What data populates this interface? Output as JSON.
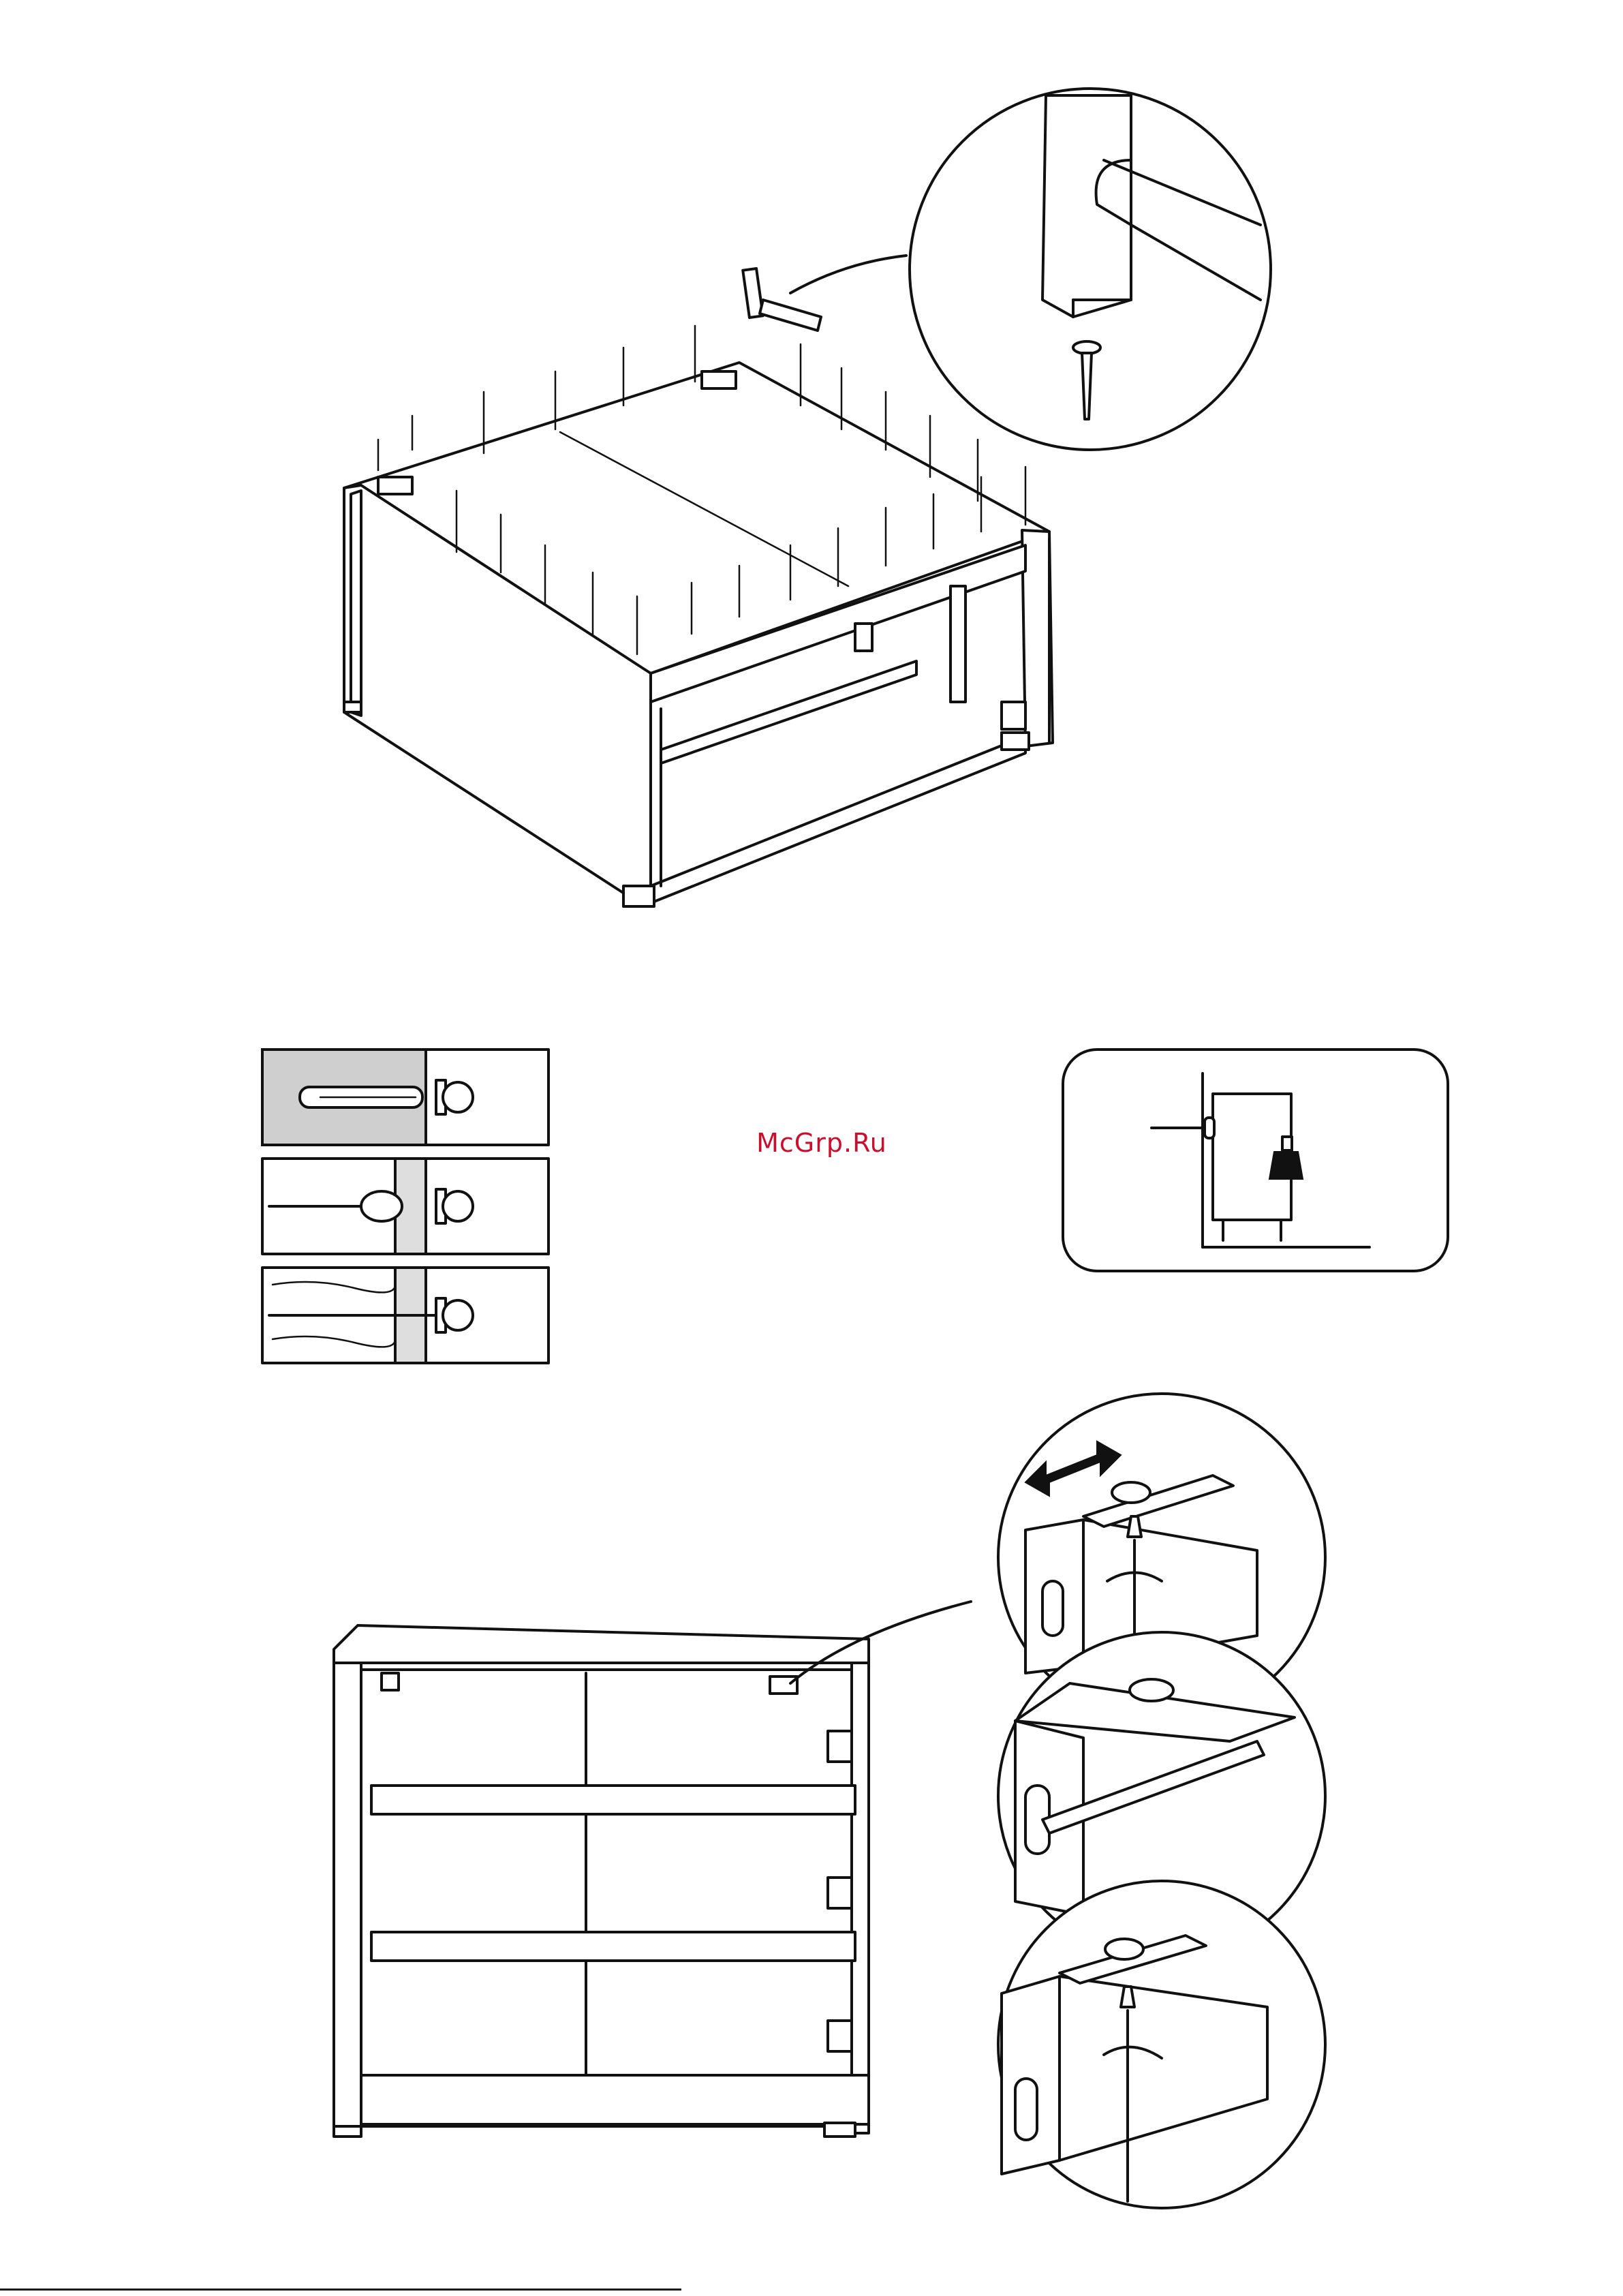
{
  "watermark": {
    "text": "McGrp.Ru"
  },
  "icons": {
    "step1_main": "dresser-carcass-back-nailing",
    "step1_detail": "hammer-and-nail-detail",
    "fixings": [
      "concrete-wall-anchor",
      "hollow-wall-anchor",
      "timber-wall-screw"
    ],
    "warning": "wall-anchor-tip-over-warning",
    "step2_main": "dresser-front-view",
    "step2_details": [
      "bracket-slide-adjust-detail",
      "bracket-screwdriver-detail",
      "bracket-tighten-detail"
    ]
  },
  "colors": {
    "line": "#111111",
    "watermark": "#c8102e",
    "fill": "#ffffff"
  }
}
